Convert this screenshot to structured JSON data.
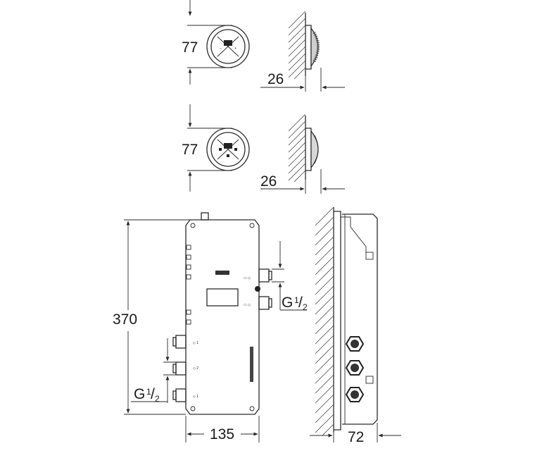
{
  "dimensions": {
    "top_button_diameter": "77",
    "top_button_depth": "26",
    "bottom_button_diameter": "77",
    "bottom_button_depth": "26",
    "box_height": "370",
    "box_width": "135",
    "box_depth": "72",
    "thread_right": "G",
    "thread_right_sup": "1",
    "thread_right_sub": "2",
    "thread_left": "G",
    "thread_left_sup": "1",
    "thread_left_sub": "2"
  }
}
